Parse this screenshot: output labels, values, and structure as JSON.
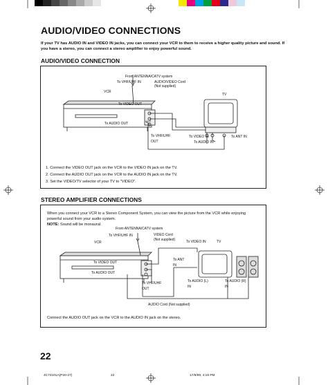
{
  "title": "AUDIO/VIDEO CONNECTIONS",
  "intro": "If your TV has AUDIO IN and VIDEO IN jacks, you can connect your VCR to them to receive a higher quality picture and sound. If you have a stereo, you can connect a stereo amplifier to enjoy powerful sound.",
  "section1": {
    "heading": "AUDIO/VIDEO CONNECTION",
    "labels": {
      "from_antenna": "From ANTENNA/CATV system",
      "to_vhf_uhf_in": "To VHF/UHF IN",
      "av_cord": "AUDIO/VIDEO Cord",
      "not_supplied": "(Not supplied)",
      "vcr": "VCR",
      "tv": "TV",
      "to_video_out": "To VIDEO OUT",
      "to_audio_out": "To AUDIO OUT",
      "out": "OUT",
      "to_vhf_uhf_out_1": "To VHF/UHF",
      "to_vhf_uhf_out_2": "OUT",
      "to_video_in": "To VIDEO IN",
      "to_audio_in": "To AUDIO IN",
      "to_ant_in": "To ANT IN"
    },
    "steps": [
      "1. Connect the VIDEO OUT jack on the VCR to the VIDEO IN jack on the TV.",
      "2. Connect the AUDIO OUT jack on the VCR to the AUDIO IN jack on the TV.",
      "3. Set the VIDEO/TV selector of your TV to \"VIDEO\"."
    ]
  },
  "section2": {
    "heading": "STEREO AMPLIFIER CONNECTIONS",
    "intro": "When you connect your VCR to a Stereo Component System, you can view the picture from the VCR while enjoying powerful sound from your audio system.",
    "note_label": "NOTE:",
    "note_text": " Sound will be monaural.",
    "labels": {
      "from_antenna": "From ANTENNA/CATV system",
      "to_vhf_uhf_in": "To VHF/UHF IN",
      "video_cord": "VIDEO Cord",
      "not_supplied": "(Not supplied)",
      "to_video_in": "To VIDEO IN",
      "tv": "TV",
      "vcr": "VCR",
      "to_ant_1": "To ANT",
      "to_ant_2": "IN",
      "to_video_out": "To VIDEO OUT",
      "to_audio_out": "To AUDIO OUT",
      "to_vhf_uhf_out_1": "To VHF/UHF",
      "to_vhf_uhf_out_2": "OUT",
      "to_audio_l_1": "To AUDIO (L)",
      "to_audio_l_2": "IN",
      "to_audio_r_1": "To AUDIO (R)",
      "to_audio_r_2": "IN",
      "audio_cord": "AUDIO Cord (Not supplied)"
    },
    "footer_text": "Connect the AUDIO OUT jack on the VCR to the AUDIO IN jack on the stereo."
  },
  "page_number": "22",
  "footer": {
    "code": "4C73101A(P20-27)",
    "page": "22",
    "date": "17/9/99, 4:19 PM"
  }
}
